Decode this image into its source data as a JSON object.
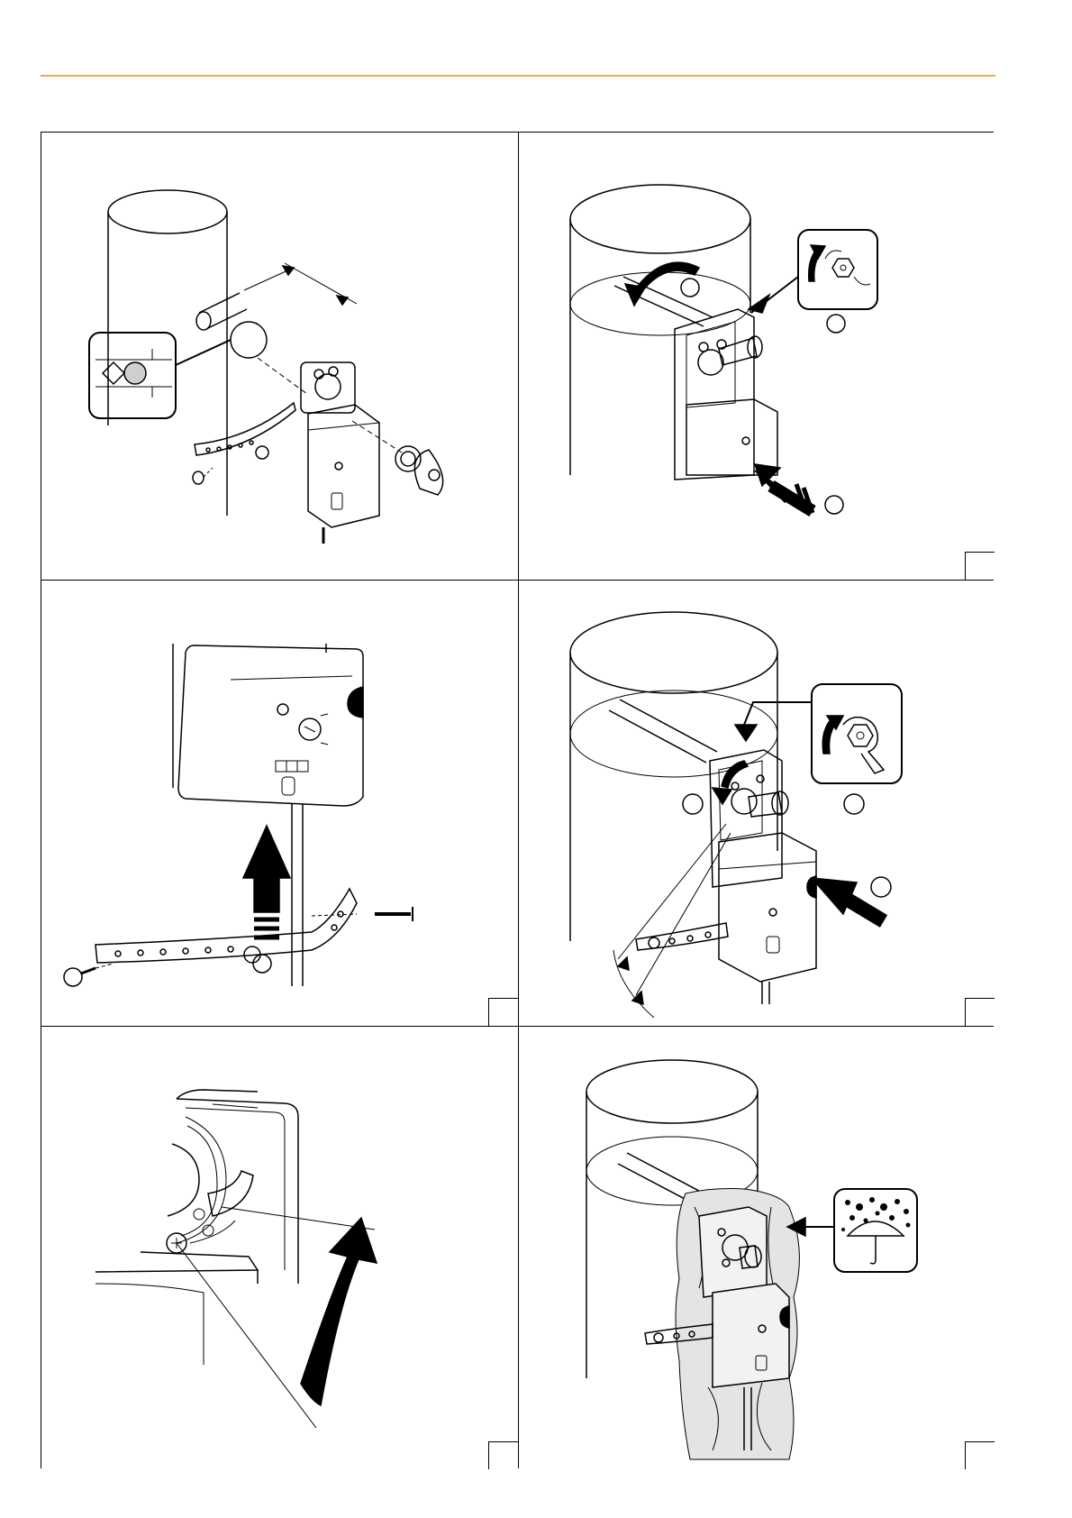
{
  "page": {
    "accent_color": "#e3ab52",
    "line_color": "#000000"
  },
  "panels": [
    {
      "id": "p1",
      "illustration": "damper-shaft-diameter-and-actuator-mount",
      "step_label": ""
    },
    {
      "id": "p2",
      "illustration": "tighten-shaft-clamp-and-push-actuator",
      "step_label": ""
    },
    {
      "id": "p3",
      "illustration": "slide-actuator-over-shaft-and-fit-bracket",
      "step_label": ""
    },
    {
      "id": "p4",
      "illustration": "fasten-anti-rotation-strap-and-clamp",
      "step_label": ""
    },
    {
      "id": "p5",
      "illustration": "rotation-angle-adjustment-detail",
      "step_label": ""
    },
    {
      "id": "p6",
      "illustration": "protect-from-dirt-and-moisture",
      "step_label": ""
    }
  ]
}
